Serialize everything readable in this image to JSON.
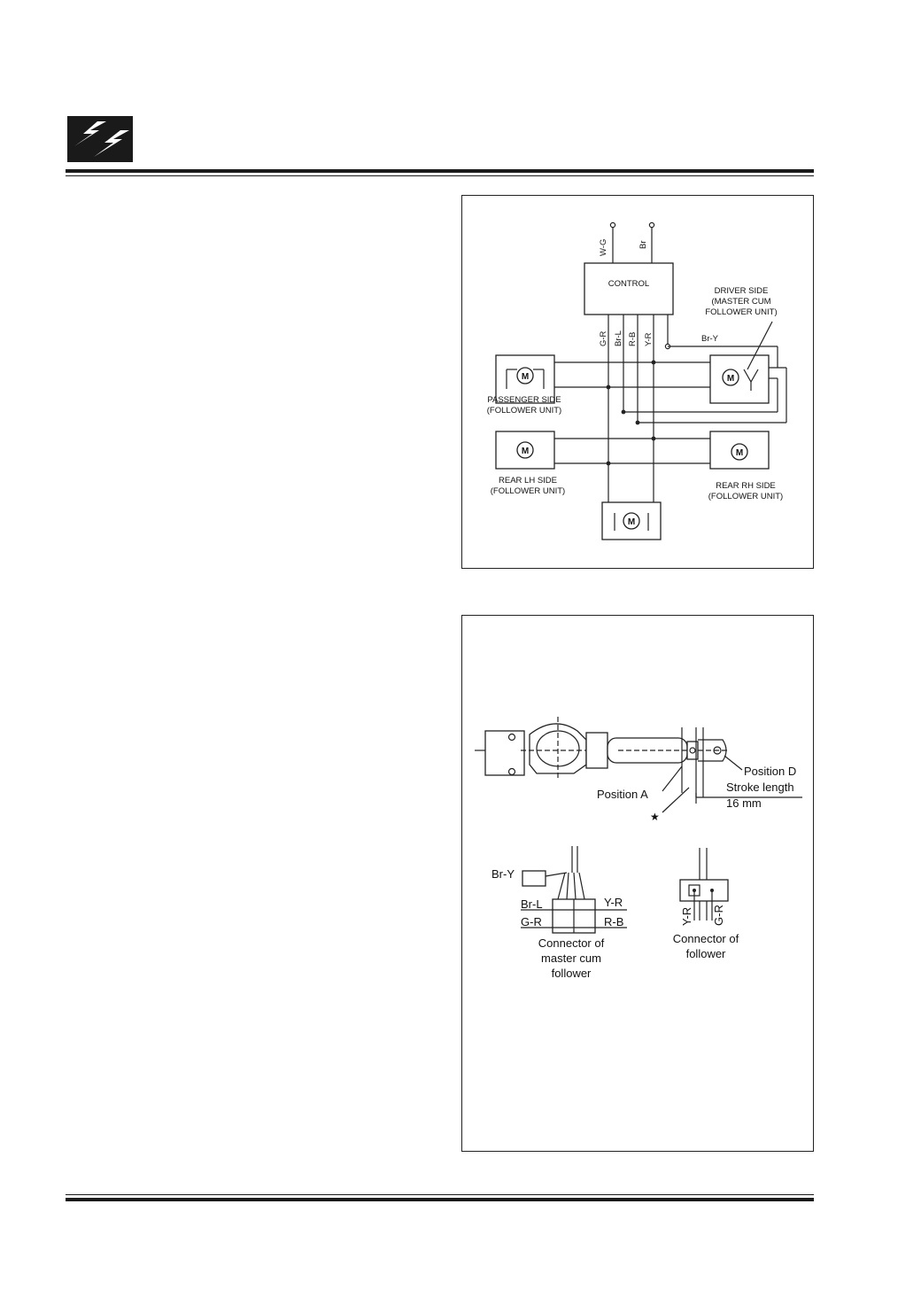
{
  "wiring_diagram": {
    "top_wires": [
      "W-G",
      "Br"
    ],
    "control_label": "CONTROL",
    "bus_wires": [
      "G-R",
      "Br-L",
      "R-B",
      "Y-R"
    ],
    "br_y_label": "Br-Y",
    "driver_side": [
      "DRIVER SIDE",
      "(MASTER CUM",
      "FOLLOWER UNIT)"
    ],
    "passenger_side": [
      "PASSENGER SIDE",
      "(FOLLOWER UNIT)"
    ],
    "rear_lh_side": [
      "REAR LH SIDE",
      "(FOLLOWER UNIT)"
    ],
    "rear_rh_side": [
      "REAR RH SIDE",
      "(FOLLOWER UNIT)"
    ],
    "motor_symbol": "M"
  },
  "actuator_diagram": {
    "position_d": "Position D",
    "position_a": "Position A",
    "stroke_length": "Stroke length",
    "stroke_value": "16 mm",
    "star": "★",
    "master_connector": {
      "br_y": "Br-Y",
      "br_l": "Br-L",
      "y_r": "Y-R",
      "g_r": "G-R",
      "r_b": "R-B",
      "caption": [
        "Connector of",
        "master cum",
        "follower"
      ]
    },
    "follower_connector": {
      "y_r": "Y-R",
      "g_r": "G-R",
      "caption": [
        "Connector of",
        "follower"
      ]
    }
  }
}
